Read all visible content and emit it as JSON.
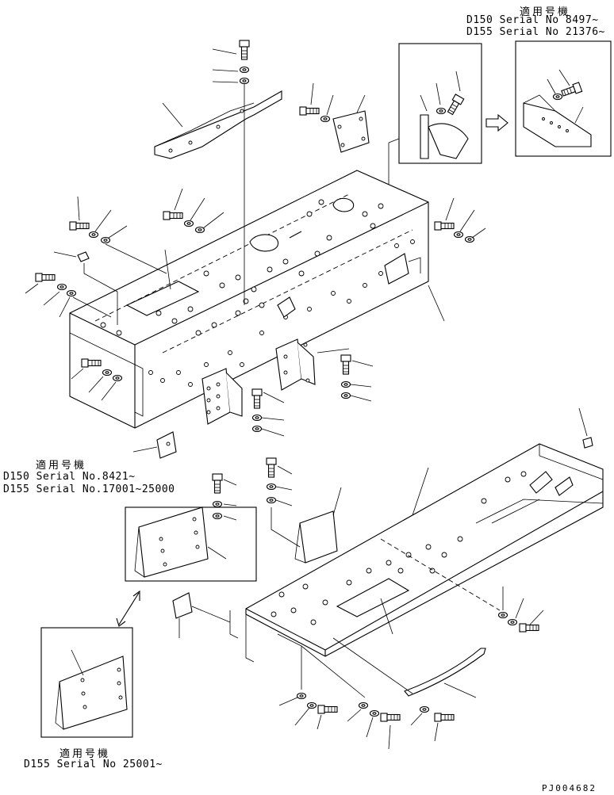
{
  "notes": {
    "top_right": {
      "heading": "適用号機",
      "line1": "D150 Serial No 8497~",
      "line2": "D155 Serial No 21376~"
    },
    "middle_left": {
      "heading": "適用号機",
      "line1": "D150 Serial No.8421~",
      "line2": "D155 Serial No.17001~25000"
    },
    "bottom_left": {
      "heading": "適用号機",
      "line1": "D155 Serial No 25001~"
    }
  },
  "drawing_code": "PJ004682"
}
